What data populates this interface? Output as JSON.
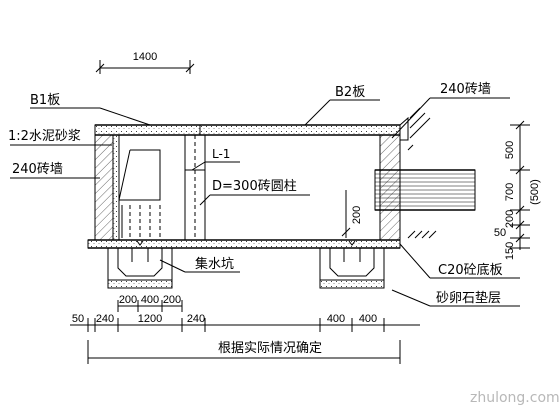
{
  "labels": {
    "b1_slab": "B1板",
    "b2_slab": "B2板",
    "mortar": "1:2水泥砂浆",
    "brick_wall_left": "240砖墙",
    "brick_wall_right": "240砖墙",
    "beam": "L-1",
    "column": "D=300砖圆柱",
    "sump": "集水坑",
    "base_slab": "C20砼底板",
    "gravel_bed": "砂卵石垫层",
    "note": "根据实际情况确定"
  },
  "dimensions": {
    "top_width": "1400",
    "right_500": "500",
    "right_700": "700",
    "right_500_paren": "(500)",
    "right_200": "200",
    "right_50": "50",
    "right_150": "150",
    "inner_200": "200",
    "sump_200_left": "200",
    "sump_400": "400",
    "sump_200_right": "200",
    "bottom_50": "50",
    "bottom_240_left": "240",
    "bottom_1200": "1200",
    "bottom_240_right": "240",
    "bottom_400_left": "400",
    "bottom_400_right": "400"
  },
  "watermark": "zhulong.com"
}
